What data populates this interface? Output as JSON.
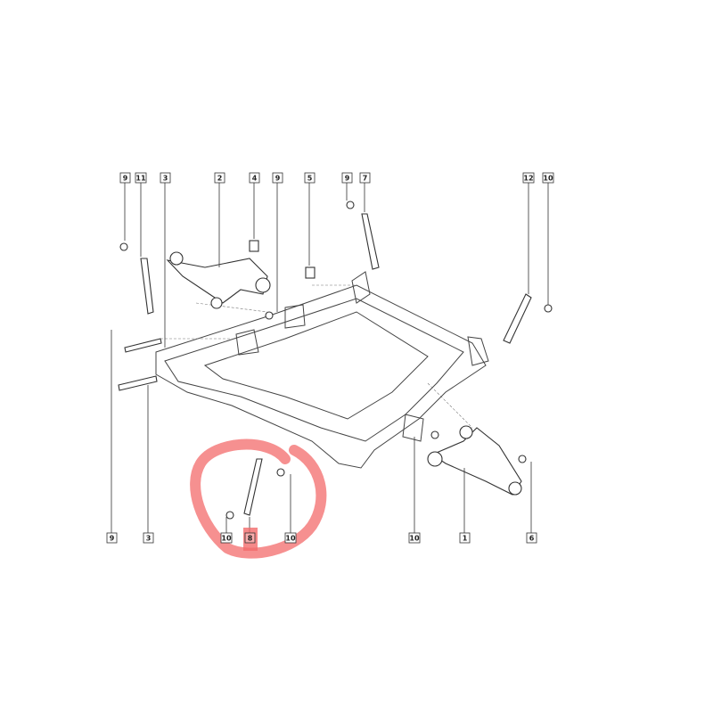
{
  "diagram": {
    "callouts_top": [
      "9",
      "11",
      "3",
      "2",
      "4",
      "9",
      "5",
      "9",
      "7",
      "12",
      "10"
    ],
    "callouts_bottom": [
      "9",
      "3",
      "10",
      "8",
      "10",
      "10",
      "1",
      "6"
    ],
    "highlight_label": "8",
    "highlight_color": "#f36b6b",
    "line_color": "#333333"
  }
}
